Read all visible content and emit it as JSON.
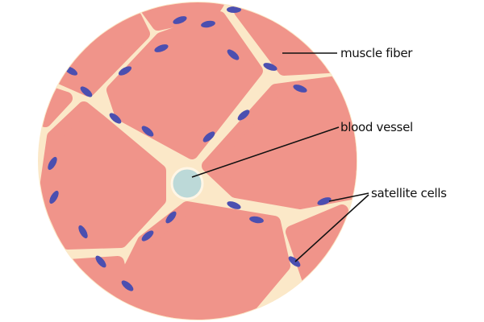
{
  "labels": {
    "muscle_fiber": "muscle fiber",
    "blood_vessel": "blood vessel",
    "satellite_cells": "satellite cells"
  },
  "colors": {
    "fiber": "#f0948a",
    "connective_tissue": "#fbe8c8",
    "nucleus": "#4b4fb0",
    "blood_vessel": "#bcd9d8",
    "leader_line": "#111111"
  }
}
